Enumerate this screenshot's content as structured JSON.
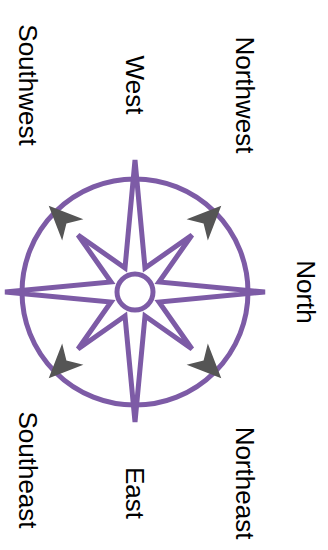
{
  "diagram": {
    "labels": [
      "Southwest",
      "West",
      "Northwest",
      "North",
      "Northeast",
      "East",
      "Southeast"
    ]
  }
}
